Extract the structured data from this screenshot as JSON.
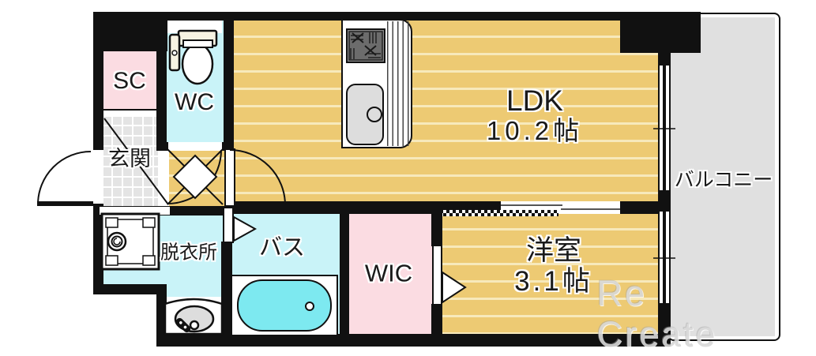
{
  "rooms": {
    "sc": {
      "label": "SC"
    },
    "wc": {
      "label": "WC"
    },
    "entrance": {
      "label": "玄関"
    },
    "ldk": {
      "label": "LDK",
      "size": "10.2帖"
    },
    "balcony": {
      "label": "バルコニー"
    },
    "dressing": {
      "label": "脱衣所"
    },
    "bath": {
      "label": "バス"
    },
    "wic": {
      "label": "WIC"
    },
    "western": {
      "label": "洋室",
      "size": "3.1帖"
    }
  },
  "watermark": "Re Create",
  "colors": {
    "wall": "#111111",
    "ldk": "#edca73",
    "stripe": "#f7e9bb",
    "wet": "#c9f3f8",
    "tub": "#7de9f0",
    "pink": "#fbdce2",
    "entrance": "#e4e4e4",
    "balcony": "#e0e0e0",
    "gray": "#dddddd",
    "watermark": "#d9d9d9"
  }
}
